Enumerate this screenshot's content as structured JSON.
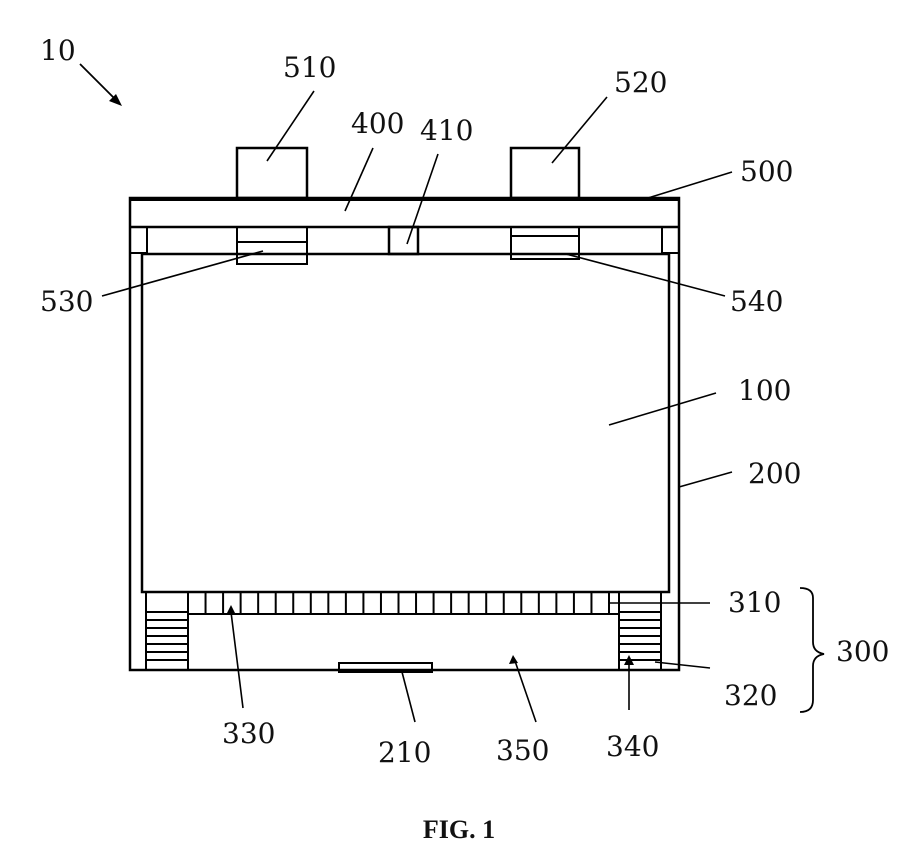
{
  "labels": {
    "device": "10",
    "cell": "100",
    "housing": "200",
    "bottom_plate": "210",
    "bottom_assembly": "300",
    "grid_layer": "310",
    "side_stack": "320",
    "grid_cell": "330",
    "side_element": "340",
    "cavity": "350",
    "top_plate": "400",
    "top_element": "410",
    "cap_plate": "500",
    "left_terminal": "510",
    "right_terminal": "520",
    "left_connector": "530",
    "right_connector": "540"
  },
  "caption": "FIG. 1"
}
